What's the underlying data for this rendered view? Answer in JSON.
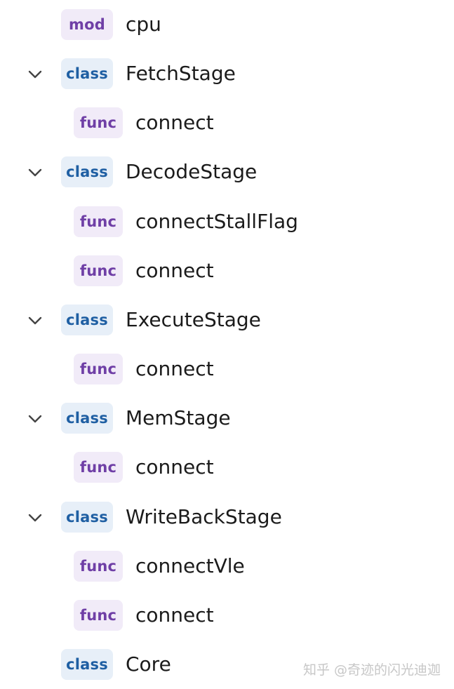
{
  "tree": {
    "items": [
      {
        "kind": "mod",
        "name": "cpu",
        "level": 0,
        "expandable": false
      },
      {
        "kind": "class",
        "name": "FetchStage",
        "level": 0,
        "expandable": true
      },
      {
        "kind": "func",
        "name": "connect",
        "level": 1,
        "expandable": false
      },
      {
        "kind": "class",
        "name": "DecodeStage",
        "level": 0,
        "expandable": true
      },
      {
        "kind": "func",
        "name": "connectStallFlag",
        "level": 1,
        "expandable": false
      },
      {
        "kind": "func",
        "name": "connect",
        "level": 1,
        "expandable": false
      },
      {
        "kind": "class",
        "name": "ExecuteStage",
        "level": 0,
        "expandable": true
      },
      {
        "kind": "func",
        "name": "connect",
        "level": 1,
        "expandable": false
      },
      {
        "kind": "class",
        "name": "MemStage",
        "level": 0,
        "expandable": true
      },
      {
        "kind": "func",
        "name": "connect",
        "level": 1,
        "expandable": false
      },
      {
        "kind": "class",
        "name": "WriteBackStage",
        "level": 0,
        "expandable": true
      },
      {
        "kind": "func",
        "name": "connectVle",
        "level": 1,
        "expandable": false
      },
      {
        "kind": "func",
        "name": "connect",
        "level": 1,
        "expandable": false
      },
      {
        "kind": "class",
        "name": "Core",
        "level": 0,
        "expandable": false
      }
    ],
    "chevron_icon": "chevron-down-icon"
  },
  "colors": {
    "mod_badge_bg": "#f1ebf8",
    "mod_badge_text": "#6f3fa6",
    "class_badge_bg": "#e7eff8",
    "class_badge_text": "#1f5fa3",
    "item_text": "#1b1b1b"
  },
  "watermark": {
    "text": "知乎 @奇迹的闪光迪迦"
  }
}
